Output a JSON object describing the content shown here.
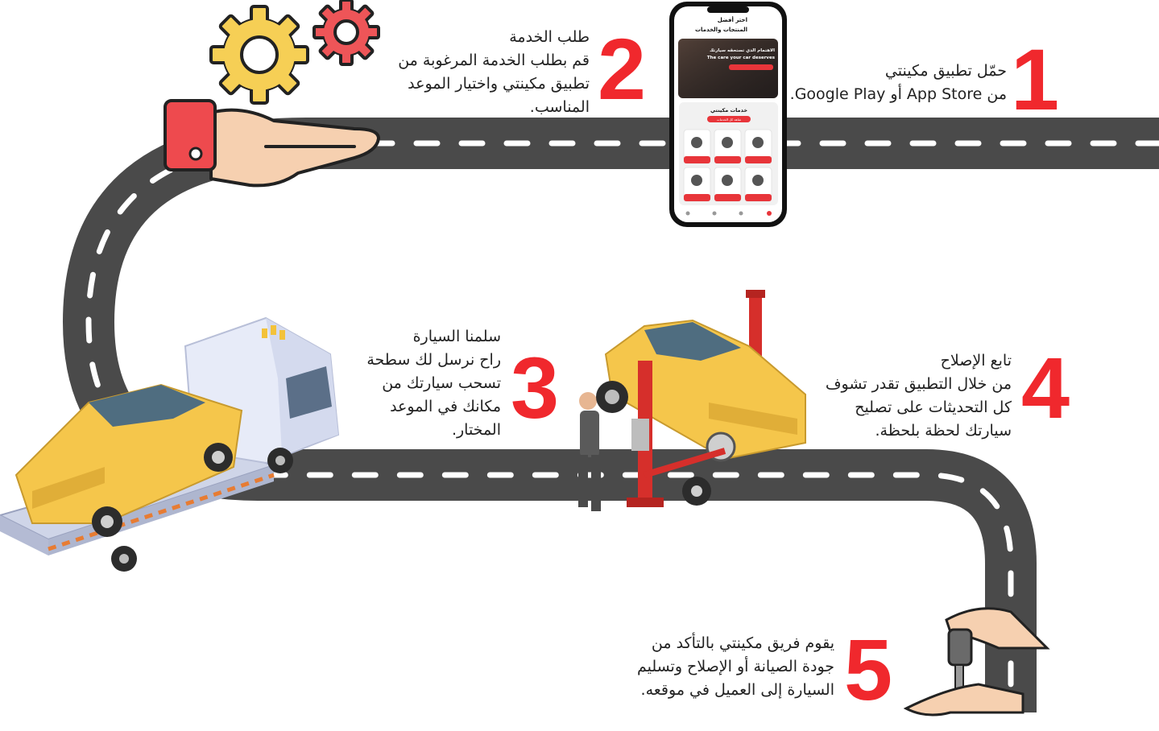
{
  "colors": {
    "accent": "#f0282d",
    "road": "#4a4a4a",
    "road_mark": "#ffffff",
    "car": "#f5c64b",
    "gear_yellow": "#f6cf55",
    "gear_red": "#ee5558",
    "lift": "#d62f2b"
  },
  "steps": [
    {
      "number": "1",
      "lines": [
        "حمّل تطبيق مكينتي",
        "من App Store أو Google Play."
      ]
    },
    {
      "number": "2",
      "lines": [
        "طلب الخدمة",
        "قم بطلب الخدمة المرغوبة من",
        "تطبيق مكينتي واختيار الموعد",
        "المناسب."
      ]
    },
    {
      "number": "3",
      "lines": [
        "سلمنا السيارة",
        "راح نرسل لك سطحة",
        "تسحب سيارتك من",
        "مكانك في الموعد",
        "المختار."
      ]
    },
    {
      "number": "4",
      "lines": [
        "تابع الإصلاح",
        "من خلال التطبيق تقدر تشوف",
        "كل التحديثات على تصليح",
        "سيارتك لحظة بلحظة."
      ]
    },
    {
      "number": "5",
      "lines": [
        "يقوم فريق مكينتي بالتأكد من",
        "جودة الصيانة أو الإصلاح وتسليم",
        "السيارة إلى العميل في موقعه."
      ]
    }
  ],
  "phone": {
    "header_line1": "اختر أفضل",
    "header_line2": "المنتجات والخدمات",
    "banner_title_ar": "الاهتمام الذي تستحقه سيارتك",
    "banner_title_en": "The care your car deserves",
    "services_title": "خدمات مكينتي",
    "services_button": "شاهد كل الخدمات"
  }
}
